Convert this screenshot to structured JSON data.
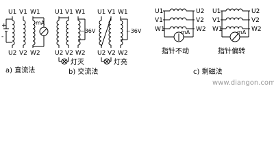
{
  "panel_a": {
    "terminal_labels": [
      "U1",
      "V1",
      "W1",
      "U2",
      "V2",
      "W2"
    ],
    "battery_plus": "+",
    "battery_minus": "-",
    "meter_unit": "mA",
    "caption": "a) 直流法"
  },
  "panel_b": {
    "left_labels": [
      "U1",
      "V1",
      "W1",
      "U2",
      "V2",
      "W2"
    ],
    "right_labels": [
      "U1",
      "V1",
      "W1",
      "U2",
      "V2",
      "W2"
    ],
    "voltage_left": "~36V",
    "voltage_right": "~36V",
    "lamp_off": "灯灭",
    "lamp_on": "灯亮",
    "caption": "b) 交流法"
  },
  "panel_c": {
    "left_labels": [
      "U1",
      "V1",
      "W1",
      "U2",
      "V2",
      "W2"
    ],
    "right_labels": [
      "U1",
      "V1",
      "W1",
      "U2",
      "V2",
      "W2"
    ],
    "meter_unit": "mA",
    "needle_still": "指针不动",
    "needle_deflect": "指针偏转",
    "caption": "c) 剩磁法"
  },
  "watermark": "www.diangon.com"
}
